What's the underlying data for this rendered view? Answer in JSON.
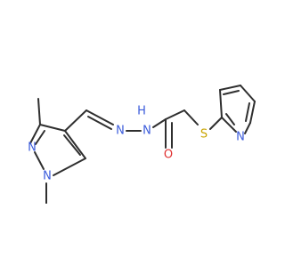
{
  "molecule": {
    "atoms": {
      "n_pyrazole_1": "N",
      "n_pyrazole_2": "N",
      "n_imine": "N",
      "n_hydrazide": "N",
      "h_hydrazide": "H",
      "o_carbonyl": "O",
      "s_thioether": "S",
      "n_pyridine": "N"
    },
    "colors": {
      "bond": "#2f2f2f",
      "nitrogen": "#3b5bdb",
      "oxygen": "#e03131",
      "sulfur": "#c9a400"
    }
  }
}
